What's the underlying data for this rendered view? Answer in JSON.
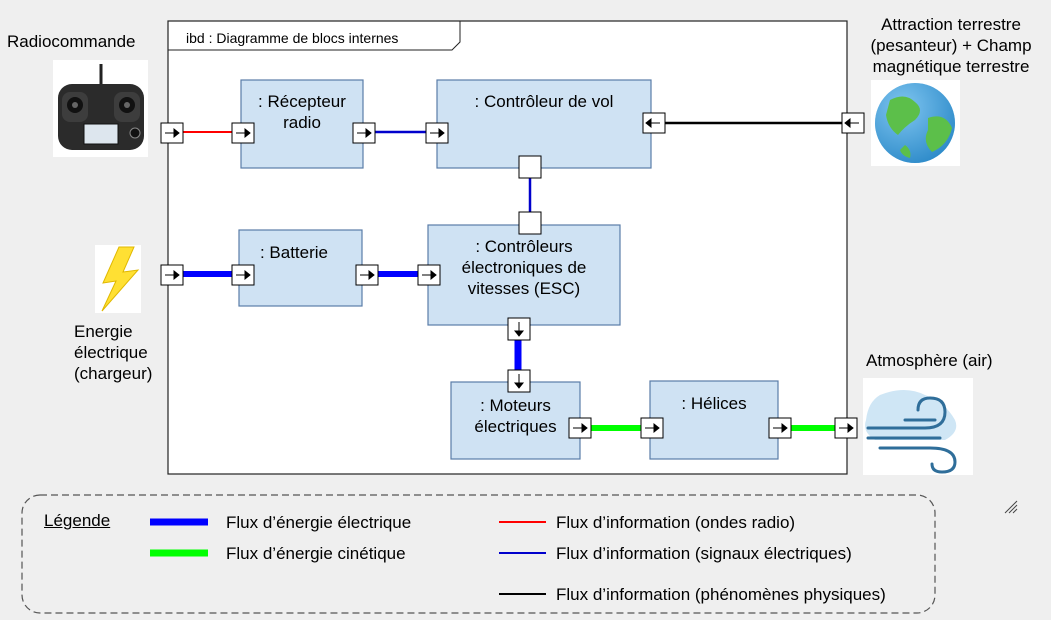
{
  "frame": {
    "title": "ibd : Diagramme de blocs internes"
  },
  "externals": {
    "radio": {
      "label": "Radiocommande",
      "icon": "radio-controller-icon"
    },
    "earth": {
      "label_lines": [
        "Attraction terrestre",
        "(pesanteur) + Champ",
        "magnétique terrestre"
      ],
      "icon": "earth-globe-icon"
    },
    "charger": {
      "label_lines": [
        "Energie",
        "électrique",
        "(chargeur)"
      ],
      "icon": "lightning-bolt-icon"
    },
    "air": {
      "label": "Atmosphère (air)",
      "icon": "wind-icon"
    }
  },
  "blocks": {
    "receiver": [
      ": Récepteur",
      "radio"
    ],
    "flight_controller": [
      ": Contrôleur de vol"
    ],
    "battery": [
      ": Batterie"
    ],
    "esc": [
      ": Contrôleurs",
      "électroniques de",
      "vitesses (ESC)"
    ],
    "motors": [
      ": Moteurs",
      "électriques"
    ],
    "propellers": [
      ": Hélices"
    ]
  },
  "legend": {
    "title": "Légende",
    "items": [
      {
        "label": "Flux d’énergie électrique",
        "color": "#0000ff",
        "style": "thick"
      },
      {
        "label": "Flux d’énergie cinétique",
        "color": "#00ff00",
        "style": "thick"
      },
      {
        "label": "Flux d’information (ondes radio)",
        "color": "#ff0000",
        "style": "thin"
      },
      {
        "label": "Flux d’information (signaux électriques)",
        "color": "#0000cc",
        "style": "thin"
      },
      {
        "label": "Flux d’information (phénomènes physiques)",
        "color": "#000000",
        "style": "thin"
      }
    ]
  },
  "colors": {
    "block_fill": "#cfe2f3",
    "block_border": "#5a7da8",
    "background": "#efefef"
  }
}
